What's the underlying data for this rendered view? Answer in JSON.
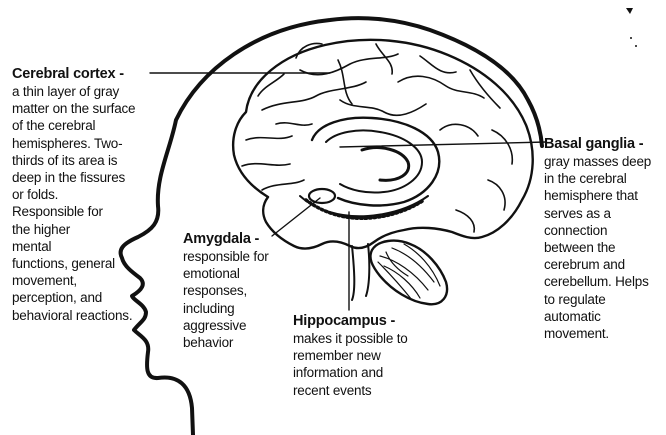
{
  "labels": {
    "cerebral_cortex": {
      "title": "Cerebral cortex -",
      "body": "a thin layer of gray\nmatter on the surface\nof the cerebral\nhemispheres. Two-\nthirds of its area is\ndeep in the fissures\nor folds.\nResponsible for\nthe higher\nmental\nfunctions, general\nmovement,\nperception, and\nbehavioral reactions."
    },
    "basal_ganglia": {
      "title": "Basal ganglia -",
      "body": "gray masses deep\nin the cerebral\nhemisphere that\nserves as a\nconnection\nbetween the\ncerebrum and\ncerebellum. Helps\nto regulate\nautomatic\nmovement."
    },
    "amygdala": {
      "title": "Amygdala -",
      "body": "responsible for\nemotional\nresponses,\nincluding\naggressive\nbehavior"
    },
    "hippocampus": {
      "title": "Hippocampus -",
      "body": "makes it possible to\nremember new\ninformation and\nrecent events"
    }
  },
  "colors": {
    "ink": "#111111",
    "background": "#ffffff"
  }
}
